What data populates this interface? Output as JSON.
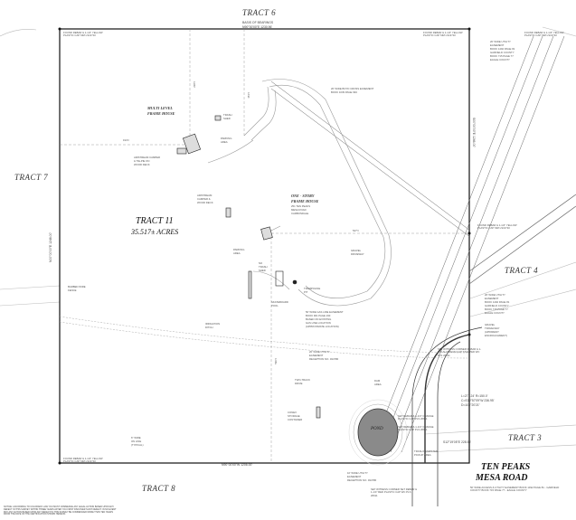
{
  "tracts": {
    "t6": "TRACT 6",
    "t7": "TRACT 7",
    "t4": "TRACT 4",
    "t3": "TRACT 3",
    "t8": "TRACT 8"
  },
  "main": {
    "tract_name": "TRACT 11",
    "acres": "35.517± ACRES"
  },
  "road": {
    "name": "TEN PEAKS",
    "name2": "MESA ROAD",
    "desc": "50' WIDE ACCESS & UTILITY EASEMENT BOOK 1492 PAGE 81 - GARFIELD COUNTY BOOK 715 PAGE 77 - EAGLE COUNTY"
  },
  "bearings": {
    "north_label": "BASIS OF BEARINGS",
    "north": "N90°00'00\"E 1230.96'",
    "south": "N90°00'00\"W 1206.00'",
    "west": "N00°00'00\"E 1246.00'",
    "east": "S00°00'00\"E 1246.00'",
    "east_lower": "S12°19'05\"E 228.55'"
  },
  "curve": {
    "line1": "L=271.24' R=150.0'",
    "line2": "C=S39°57'09\"W 236.95'",
    "line3": "D=104°20'21\""
  },
  "labels": {
    "multi_level": "MULTI LEVEL",
    "frame_house": "FRAME HOUSE",
    "one_story": "ONE - STORY",
    "one_story2": "FRAME HOUSE",
    "address": "251 TEN PEAKS",
    "address2": "MESA ROAD",
    "address3": "CARBONDALE",
    "pond": "POND",
    "trash_shed": "TRASH",
    "shed": "SHED",
    "parking": "PARKING",
    "parking_area": "AREA",
    "parking2": "PARKING",
    "parking_area2": "AREA",
    "airstream": "AIRSTREAM CAMPER",
    "airstream2": "& TIE-PIE ON",
    "airstream3": "WOOD DECK",
    "airstream_b": "AIRSTREAM",
    "airstream_b2": "CAMPER &",
    "airstream_b3": "WOOD DECK",
    "trampoline": "TRAMPOLINE",
    "trampoline2": "PIT",
    "skateboard": "SKATEBOARD",
    "skateboard2": "POOL",
    "gravel_driveway": "GRAVEL",
    "gravel_driveway2": "DRIVEWAY",
    "irrigation": "IRRIGATION",
    "irrigation2": "DITCH",
    "barbed_wire": "BARBED WIRE",
    "barbed_wire2": "FENCE",
    "two_track": "TWO-TRACK",
    "two_track2": "DRIVE",
    "dam": "DAM",
    "dam2": "AREA",
    "conex": "CONEX",
    "conex2": "STORAGE",
    "conex3": "CONTAINER",
    "trash_dumpster": "TRASH DUMPSTER",
    "trash_dumpster2": "PICKUP AREA",
    "fence_on_line": "6\" WIRE",
    "fence_on_line2": "ON LINE",
    "fence_on_line3": "(TYPICAL)",
    "no_trash": "NO",
    "no_trash2": "TRASH",
    "no_trash3": "SHED"
  },
  "easements": {
    "e1": "20' WIDE BOYD CROSS EASEMENT",
    "e1b": "BOOK 1039 PAGE 994",
    "e2": "20' WIDE UTILITY",
    "e2b": "EASEMENT",
    "e2c": "BOOK 1492 PAGE 81",
    "e2d": "GARFIELD COUNTY",
    "e2e": "BOOK 715 PAGE 77",
    "e2f": "EAGLE COUNTY",
    "e3": "20' WIDE UTILITY",
    "e3b": "EASEMENT",
    "e3c": "BOOK 1492 PAGE 81",
    "e3d": "GARFIELD COUNTY",
    "e3e": "BOOK 715 PAGE 77",
    "e3f": "EAGLE COUNTY",
    "e4": "50' WIDE GAS LINE EASEMENT",
    "e4b": "BOOK 901 PAGE 190",
    "e4c": "BASED ON EXISTING",
    "e4d": "GAS LINE LOCATION",
    "e4e": "(APPROXIMATE LOCATION)",
    "e5": "20' WIDE UTILITY",
    "e5b": "EASEMENT",
    "e5c": "RECEPTION NO. 494780",
    "e6": "10' WIDE UTILITY",
    "e6b": "EASEMENT",
    "e6c": "RECEPTION NO. 494780",
    "e7": "GRAVEL",
    "e7b": "TRAVELWAY",
    "e7c": "(APPARENT",
    "e7d": "ENCROACHMENT)"
  },
  "monuments": {
    "nw": "FOUND REBAR & 1-1/4\" YELLOW PLASTIC CAP SIM LS13710",
    "ne": "FOUND REBAR & 1-1/4\" YELLOW PLASTIC CAP SIM LS13710",
    "ne2": "FOUND REBAR & 1-1/4\" YELLOW PLASTIC CAP SIM LS13710",
    "e": "FOUND REBAR & 1-1/4\" YELLOW PLASTIC CAP SIM LS13710",
    "sw": "FOUND REBAR & 1-1/4\" YELLOW PLASTIC CAP SIM LS13710",
    "s1": "SET REBAR & 1-1/4\" ORANGE PLASTIC CAP PLS 26611",
    "s2": "SET REBAR & 1-1/4\" ORANGE PLASTIC CAP PLS 26611",
    "s3": "SET WITNESS CORNER REBAR & 1-1/4\" ALUMINUM CAP STAMPED WC PLS 26611",
    "s4": "SET WITNESS CORNER SET REBAR & 1-1/4\" RED PLASTIC CAP WC PLS 26611"
  },
  "dims": {
    "d1": "228'±",
    "d2": "194'±",
    "d3": "547'±",
    "d4": "153'±",
    "d5": "590'±"
  },
  "notice": "NOTICE: ACCORDING TO COLORADO LAW YOU MUST COMMENCE ANY LEGAL ACTION BASED UPON ANY DEFECT IN THIS SURVEY WITHIN THREE YEARS AFTER YOU FIRST DISCOVER SUCH DEFECT. IN NO EVENT MAY ANY ACTION BASED UPON ANY DEFECT IN THIS SURVEY BE COMMENCED MORE THAN TEN YEARS FROM THE DATE OF THE CERTIFICATION SHOWN HEREON."
}
